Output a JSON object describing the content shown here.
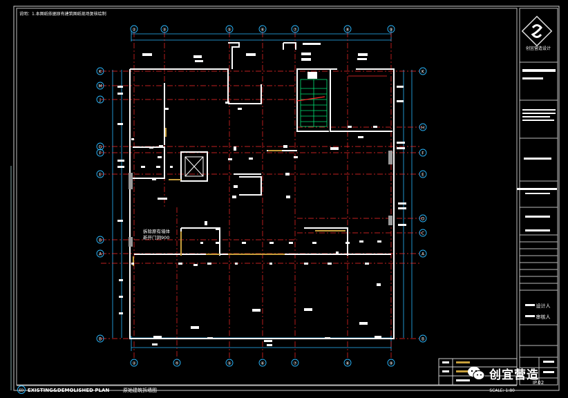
{
  "sheet": {
    "top_note": "说明：1.本图纸依据原有建筑图纸现场复核绘制",
    "title_en": "EXISTING&DEMOLISHED PLAN",
    "title_cn": "原始建筑拆墙图",
    "badge": "ED",
    "scale": "SCALE: 1:80",
    "sheet_no": "IP.02"
  },
  "grid": {
    "top_axes": [
      "②",
      "③",
      "⑤",
      "⑥",
      "⑦",
      "⑧",
      "⑨"
    ],
    "bottom_axes": [
      "②",
      "④",
      "⑤",
      "⑥",
      "⑦",
      "⑧",
      "⑨"
    ],
    "left_axes": [
      "K",
      "M",
      "J",
      "G",
      "F",
      "E",
      "B",
      "A",
      "B"
    ],
    "right_axes": [
      "K",
      "H",
      "F",
      "E",
      "D",
      "C",
      "A",
      "B"
    ]
  },
  "annotation": {
    "line1": "拆除原有墙体",
    "line2": "新开门洞900"
  },
  "title_block": {
    "company": "创宜营造设计",
    "field_a": "设计人",
    "field_b": "审核人"
  },
  "watermark": {
    "text": "创宜营造",
    "icon": "wechat-icon"
  },
  "colors": {
    "background": "#000000",
    "wall": "#ffffff",
    "grid_line": "#ff2a2a",
    "dimension": "#2ab8ff",
    "stairs": "#00e676",
    "door": "#c8a03c"
  }
}
